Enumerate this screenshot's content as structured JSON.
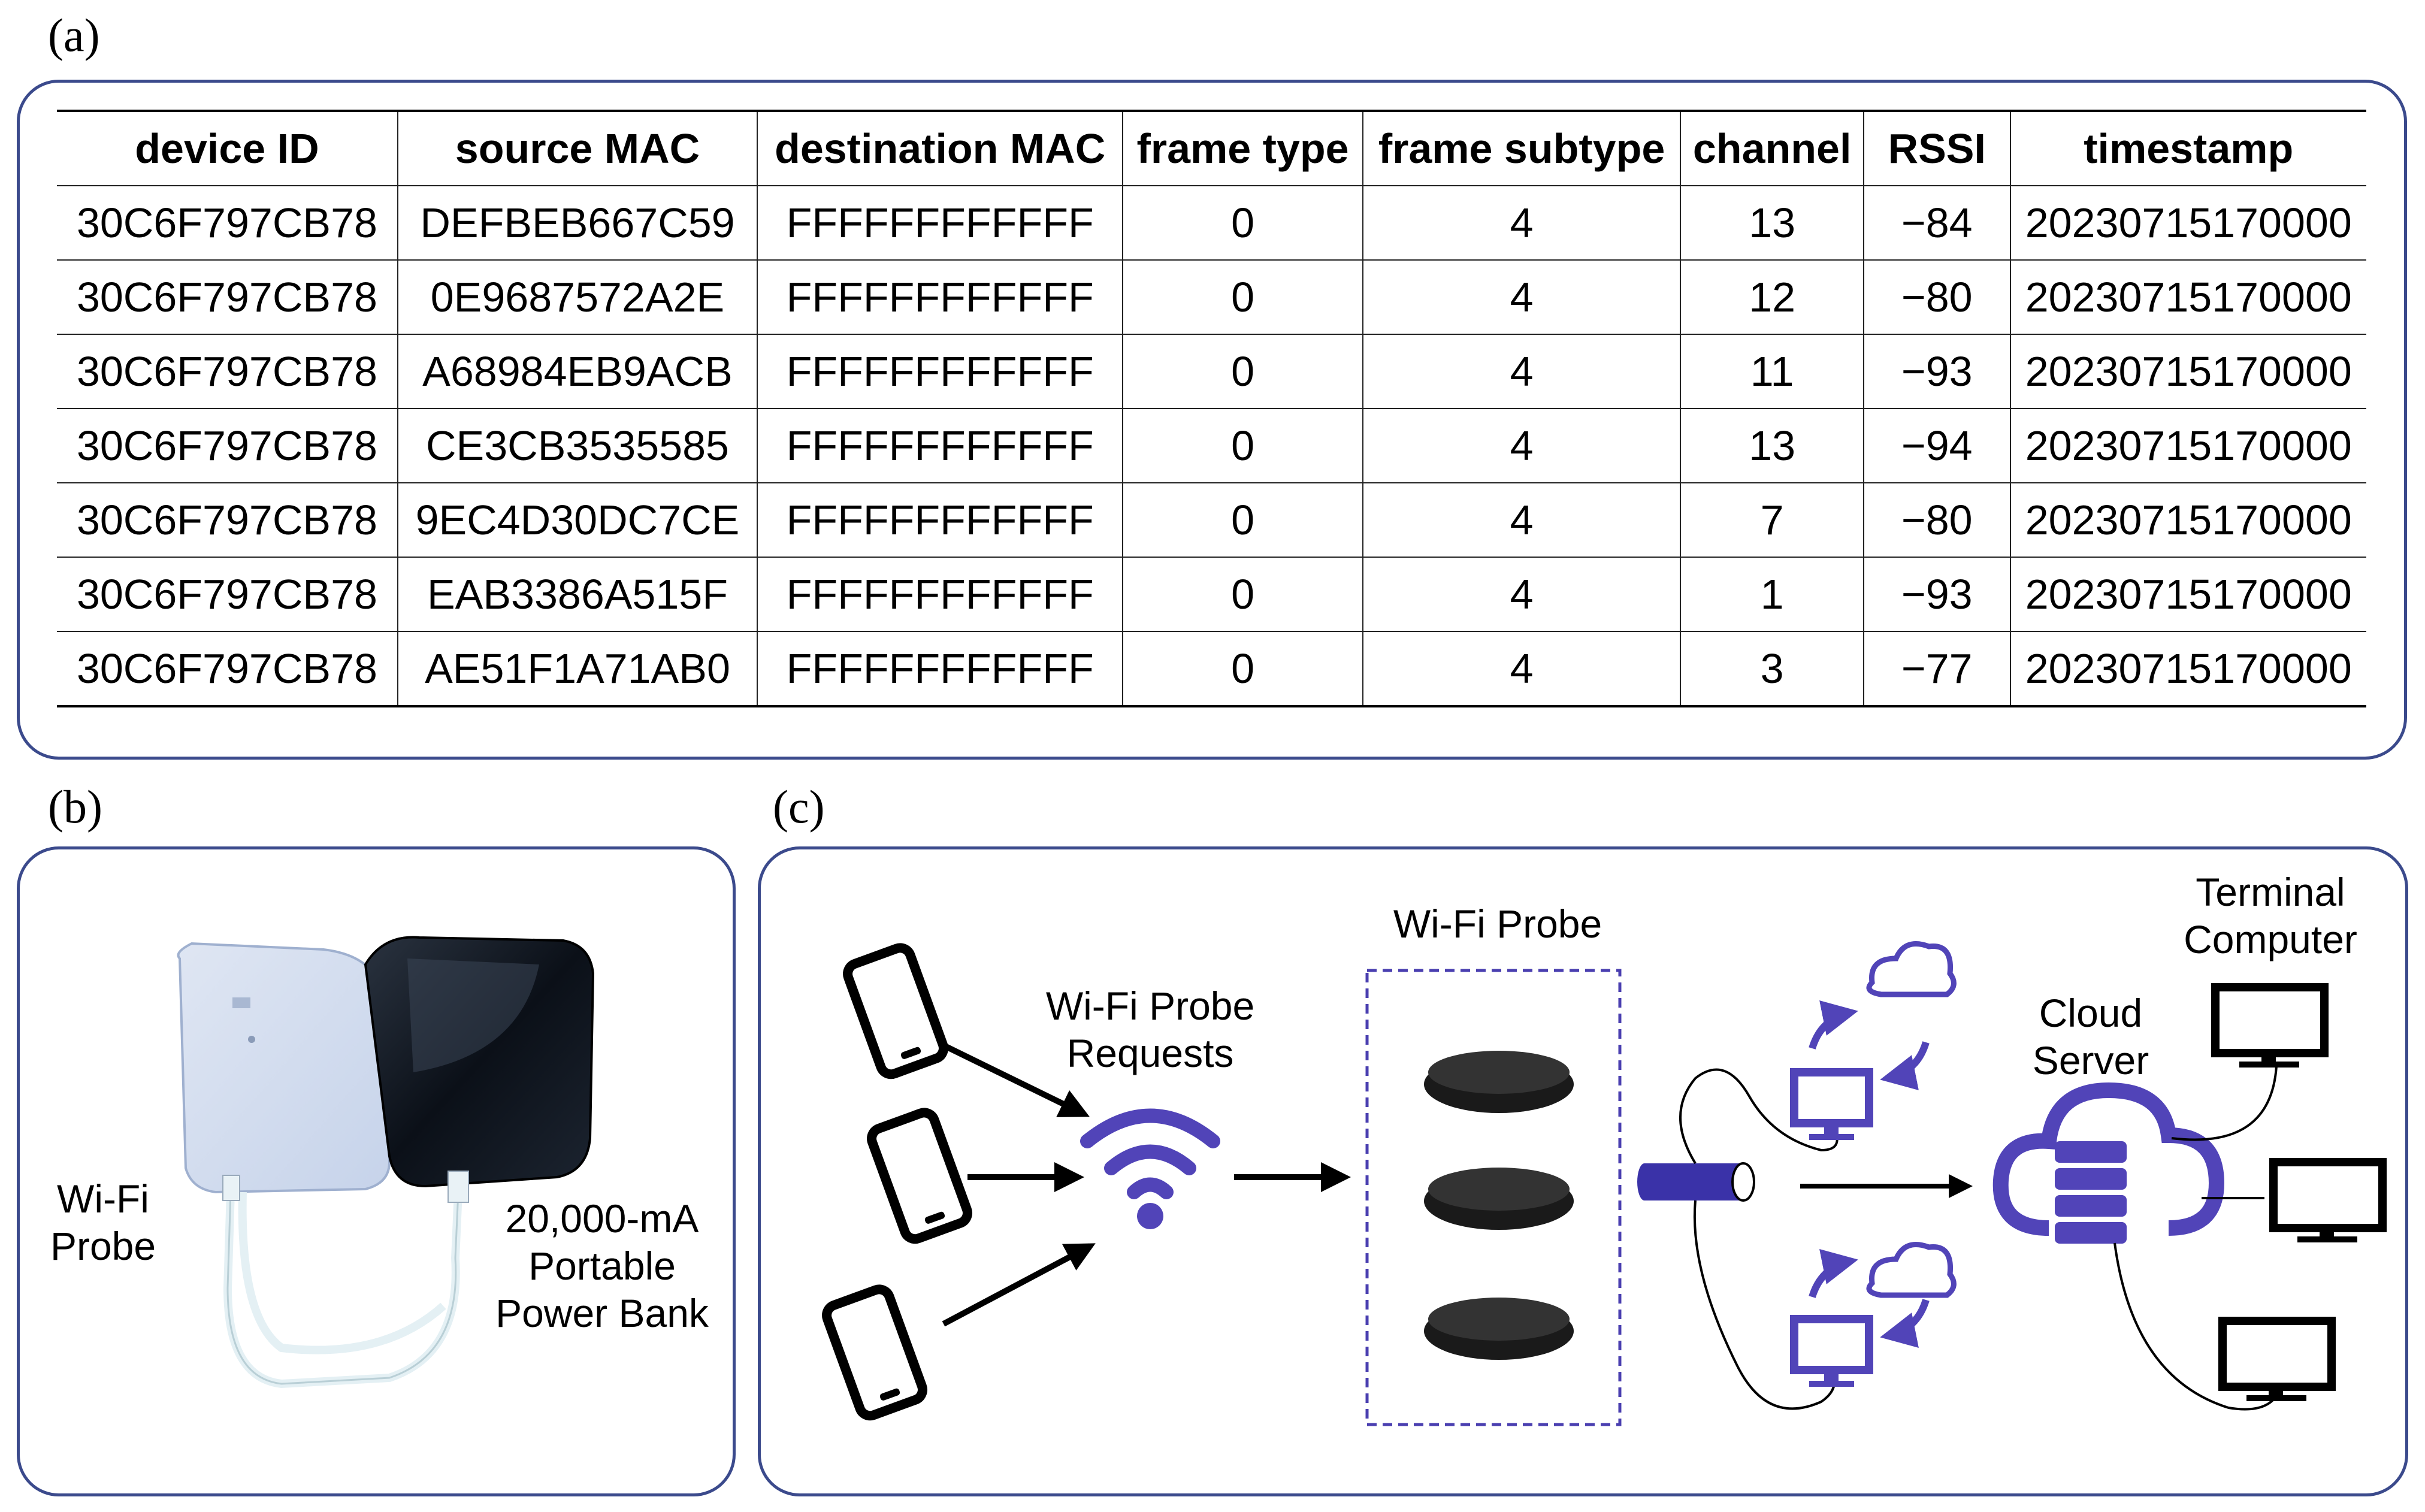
{
  "panel_labels": {
    "a": "(a)",
    "b": "(b)",
    "c": "(c)"
  },
  "table": {
    "headers": [
      "device ID",
      "source MAC",
      "destination MAC",
      "frame type",
      "frame subtype",
      "channel",
      "RSSI",
      "timestamp"
    ],
    "rows": [
      [
        "30C6F797CB78",
        "DEFBEB667C59",
        "FFFFFFFFFFFF",
        "0",
        "4",
        "13",
        "−84",
        "20230715170000"
      ],
      [
        "30C6F797CB78",
        "0E9687572A2E",
        "FFFFFFFFFFFF",
        "0",
        "4",
        "12",
        "−80",
        "20230715170000"
      ],
      [
        "30C6F797CB78",
        "A68984EB9ACB",
        "FFFFFFFFFFFF",
        "0",
        "4",
        "11",
        "−93",
        "20230715170000"
      ],
      [
        "30C6F797CB78",
        "CE3CB3535585",
        "FFFFFFFFFFFF",
        "0",
        "4",
        "13",
        "−94",
        "20230715170000"
      ],
      [
        "30C6F797CB78",
        "9EC4D30DC7CE",
        "FFFFFFFFFFFF",
        "0",
        "4",
        "7",
        "−80",
        "20230715170000"
      ],
      [
        "30C6F797CB78",
        "EAB3386A515F",
        "FFFFFFFFFFFF",
        "0",
        "4",
        "1",
        "−93",
        "20230715170000"
      ],
      [
        "30C6F797CB78",
        "AE51F1A71AB0",
        "FFFFFFFFFFFF",
        "0",
        "4",
        "3",
        "−77",
        "20230715170000"
      ]
    ]
  },
  "panel_b": {
    "probe_label_line1": "Wi-Fi",
    "probe_label_line2": "Probe",
    "bank_label_line1": "20,000-mA",
    "bank_label_line2": "Portable",
    "bank_label_line3": "Power Bank"
  },
  "panel_c": {
    "requests_line1": "Wi-Fi Probe",
    "requests_line2": "Requests",
    "probe_title": "Wi-Fi Probe",
    "cloud_line1": "Cloud",
    "cloud_line2": "Server",
    "terminal_line1": "Terminal",
    "terminal_line2": "Computer"
  },
  "colors": {
    "panel_border": "#3b4a8c",
    "accent": "#5144b8",
    "probe_box": "#4a3fb0"
  },
  "icons": [
    "smartphone-icon",
    "wifi-icon",
    "probe-device-icon",
    "pipe-icon",
    "monitor-sync-icon",
    "cloud-server-icon",
    "terminal-monitor-icon"
  ]
}
